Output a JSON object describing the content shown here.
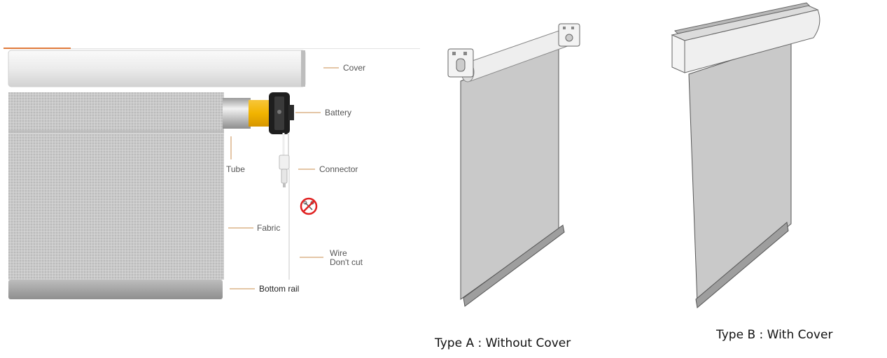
{
  "diagram": {
    "labels": {
      "cover": "Cover",
      "battery": "Battery",
      "tube": "Tube",
      "connector": "Connector",
      "fabric": "Fabric",
      "wire_line1": "Wire",
      "wire_line2": "Don't cut",
      "bottom_rail": "Bottom rail"
    },
    "colors": {
      "leader_line": "#c98c4e",
      "battery": "#f2b400",
      "fabric": "#c4c4c4",
      "warning": "#e02020"
    },
    "icons": [
      "no-cut-warning-icon"
    ]
  },
  "types": {
    "type_a_caption": "Type A : Without Cover",
    "type_b_caption": "Type B : With Cover"
  }
}
